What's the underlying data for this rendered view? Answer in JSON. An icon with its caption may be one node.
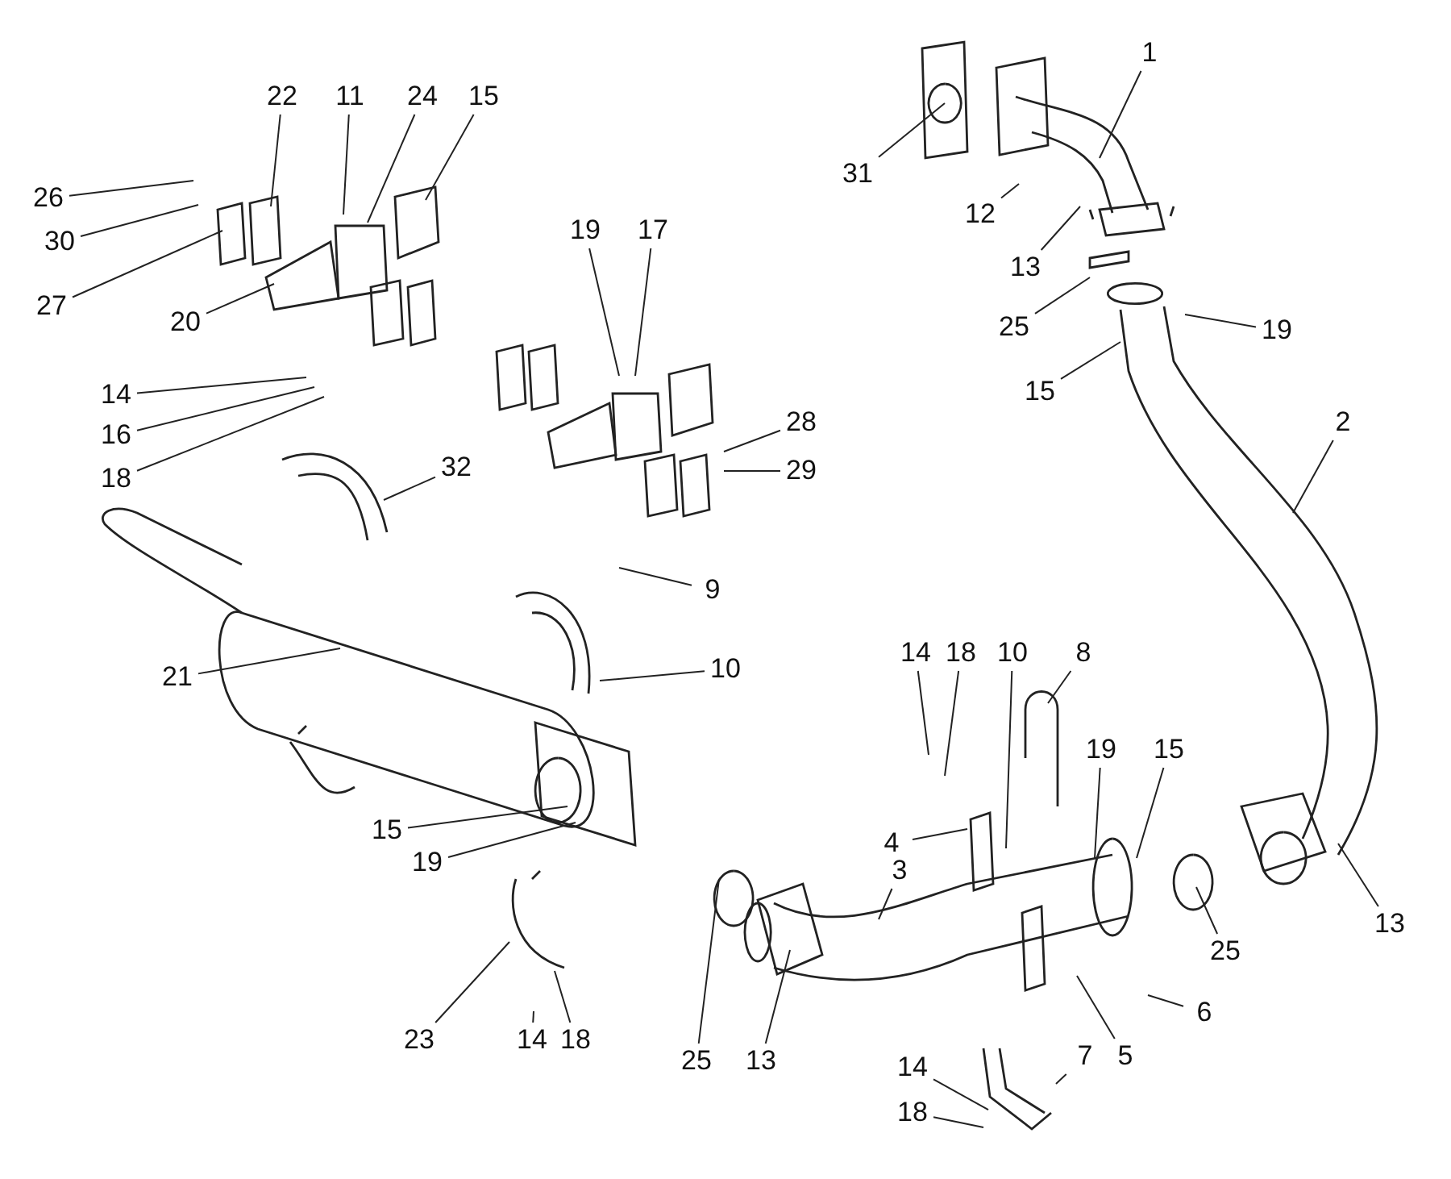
{
  "diagram": {
    "nodes": [
      {
        "text": [
          "1"
        ]
      },
      {
        "text": [
          "31"
        ]
      },
      {
        "text": [
          "12"
        ]
      },
      {
        "text": [
          "13"
        ]
      },
      {
        "text": [
          "25"
        ]
      },
      {
        "text": [
          "19"
        ]
      },
      {
        "text": [
          "15"
        ]
      },
      {
        "text": [
          "2"
        ]
      },
      {
        "text": [
          "22"
        ]
      },
      {
        "text": [
          "11"
        ]
      },
      {
        "text": [
          "24"
        ]
      },
      {
        "text": [
          "15"
        ]
      },
      {
        "text": [
          "26"
        ]
      },
      {
        "text": [
          "30"
        ]
      },
      {
        "text": [
          "27"
        ]
      },
      {
        "text": [
          "20"
        ]
      },
      {
        "text": [
          "19"
        ]
      },
      {
        "text": [
          "17"
        ]
      },
      {
        "text": [
          "14"
        ]
      },
      {
        "text": [
          "16"
        ]
      },
      {
        "text": [
          "18"
        ]
      },
      {
        "text": [
          "28"
        ]
      },
      {
        "text": [
          "29"
        ]
      },
      {
        "text": [
          "32"
        ]
      },
      {
        "text": [
          "9"
        ]
      },
      {
        "text": [
          "21"
        ]
      },
      {
        "text": [
          "10"
        ]
      },
      {
        "text": [
          "14"
        ]
      },
      {
        "text": [
          "18"
        ]
      },
      {
        "text": [
          "10"
        ]
      },
      {
        "text": [
          "8"
        ]
      },
      {
        "text": [
          "19"
        ]
      },
      {
        "text": [
          "15"
        ]
      },
      {
        "text": [
          "15"
        ]
      },
      {
        "text": [
          "19"
        ]
      },
      {
        "text": [
          "4"
        ]
      },
      {
        "text": [
          "3"
        ]
      },
      {
        "text": [
          "25"
        ]
      },
      {
        "text": [
          "13"
        ]
      },
      {
        "text": [
          "6"
        ]
      },
      {
        "text": [
          "25"
        ]
      },
      {
        "text": [
          "13"
        ]
      },
      {
        "text": [
          "23"
        ]
      },
      {
        "text": [
          "14"
        ]
      },
      {
        "text": [
          "18"
        ]
      },
      {
        "text": [
          "7"
        ]
      },
      {
        "text": [
          "5"
        ]
      },
      {
        "text": [
          "14"
        ]
      },
      {
        "text": [
          "18"
        ]
      }
    ],
    "edges": [
      {
        "from": 0,
        "to": null,
        "arrow": "none"
      },
      {
        "from": 1,
        "to": null,
        "arrow": "none"
      },
      {
        "from": 2,
        "to": null,
        "arrow": "none"
      },
      {
        "from": 3,
        "to": null,
        "arrow": "none"
      },
      {
        "from": 4,
        "to": null,
        "arrow": "none"
      },
      {
        "from": 5,
        "to": null,
        "arrow": "none"
      },
      {
        "from": 6,
        "to": null,
        "arrow": "none"
      },
      {
        "from": 7,
        "to": null,
        "arrow": "none"
      },
      {
        "from": 8,
        "to": null,
        "arrow": "none"
      },
      {
        "from": 9,
        "to": null,
        "arrow": "none"
      },
      {
        "from": 10,
        "to": null,
        "arrow": "none"
      },
      {
        "from": 11,
        "to": null,
        "arrow": "none"
      },
      {
        "from": 12,
        "to": null,
        "arrow": "none"
      },
      {
        "from": 13,
        "to": null,
        "arrow": "none"
      },
      {
        "from": 14,
        "to": null,
        "arrow": "none"
      },
      {
        "from": 15,
        "to": null,
        "arrow": "none"
      },
      {
        "from": 16,
        "to": null,
        "arrow": "none"
      },
      {
        "from": 17,
        "to": null,
        "arrow": "none"
      },
      {
        "from": 18,
        "to": null,
        "arrow": "none"
      },
      {
        "from": 19,
        "to": null,
        "arrow": "none"
      },
      {
        "from": 20,
        "to": null,
        "arrow": "none"
      },
      {
        "from": 21,
        "to": null,
        "arrow": "none"
      },
      {
        "from": 22,
        "to": null,
        "arrow": "none"
      },
      {
        "from": 23,
        "to": null,
        "arrow": "none"
      },
      {
        "from": 24,
        "to": null,
        "arrow": "none"
      },
      {
        "from": 25,
        "to": null,
        "arrow": "none"
      },
      {
        "from": 26,
        "to": null,
        "arrow": "none"
      },
      {
        "from": 27,
        "to": null,
        "arrow": "none"
      },
      {
        "from": 28,
        "to": null,
        "arrow": "none"
      },
      {
        "from": 29,
        "to": null,
        "arrow": "none"
      },
      {
        "from": 30,
        "to": null,
        "arrow": "none"
      },
      {
        "from": 31,
        "to": null,
        "arrow": "none"
      },
      {
        "from": 32,
        "to": null,
        "arrow": "none"
      },
      {
        "from": 33,
        "to": null,
        "arrow": "none"
      },
      {
        "from": 34,
        "to": null,
        "arrow": "none"
      },
      {
        "from": 35,
        "to": null,
        "arrow": "none"
      },
      {
        "from": 36,
        "to": null,
        "arrow": "none"
      },
      {
        "from": 37,
        "to": null,
        "arrow": "none"
      },
      {
        "from": 38,
        "to": null,
        "arrow": "none"
      },
      {
        "from": 39,
        "to": null,
        "arrow": "none"
      },
      {
        "from": 40,
        "to": null,
        "arrow": "none"
      },
      {
        "from": 41,
        "to": null,
        "arrow": "none"
      },
      {
        "from": 42,
        "to": null,
        "arrow": "none"
      },
      {
        "from": 43,
        "to": null,
        "arrow": "none"
      },
      {
        "from": 44,
        "to": null,
        "arrow": "none"
      },
      {
        "from": 45,
        "to": null,
        "arrow": "none"
      },
      {
        "from": 46,
        "to": null,
        "arrow": "none"
      },
      {
        "from": 47,
        "to": null,
        "arrow": "none"
      },
      {
        "from": 48,
        "to": null,
        "arrow": "none"
      }
    ]
  }
}
